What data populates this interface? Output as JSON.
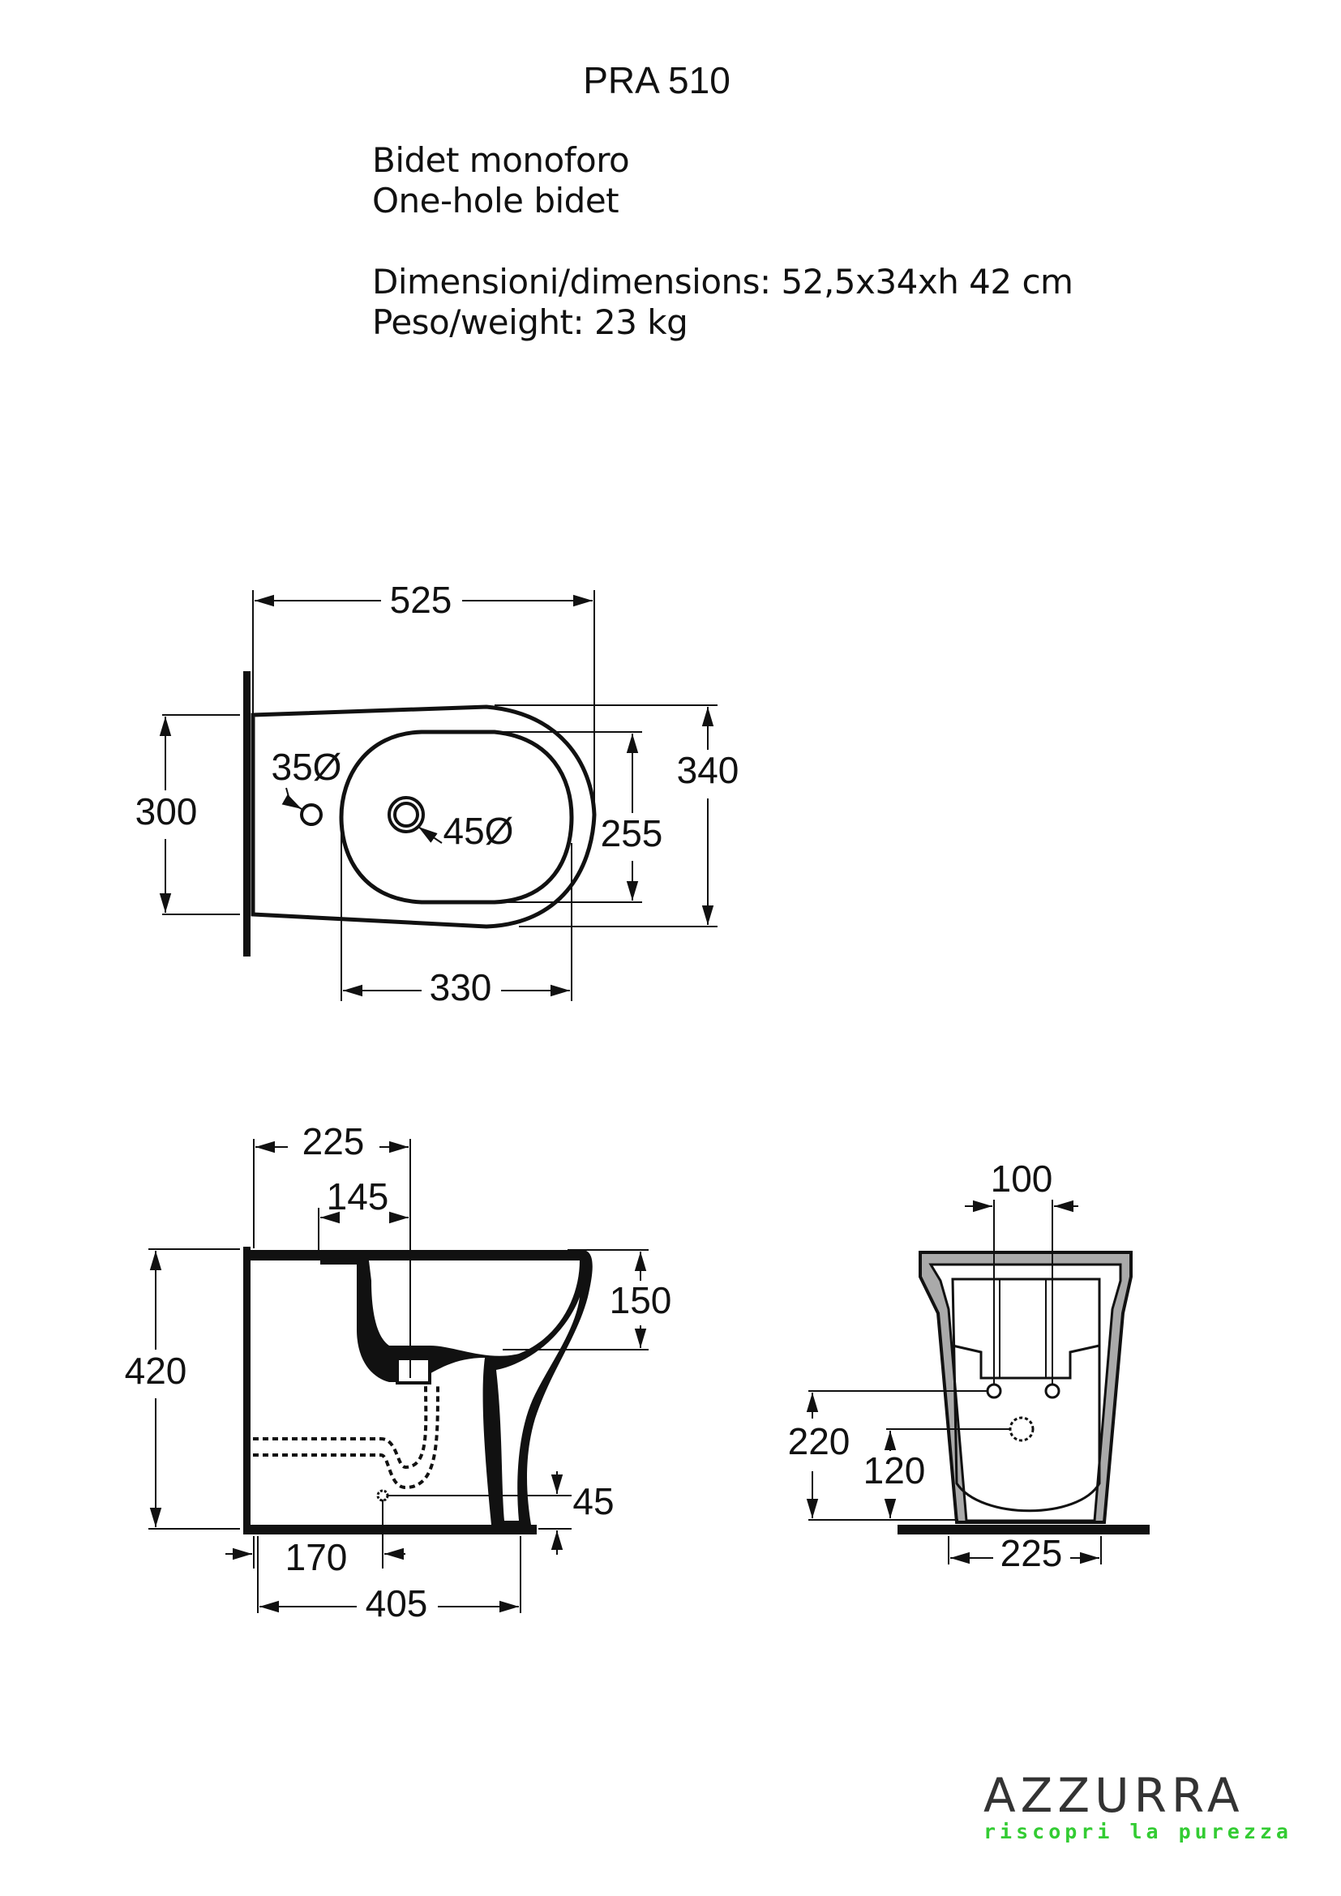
{
  "header": {
    "model": "PRA 510",
    "name_it": "Bidet monoforo",
    "name_en": "One-hole bidet",
    "dimensions": "Dimensioni/dimensions: 52,5x34xh 42 cm",
    "weight": "Peso/weight: 23 kg"
  },
  "top_view": {
    "width": "525",
    "depth_wall": "300",
    "depth_total": "340",
    "bowl_depth": "255",
    "bowl_length": "330",
    "tap_hole": "35Ø",
    "drain_hole": "45Ø"
  },
  "side_view": {
    "height": "420",
    "tap_offset": "225",
    "tap_to_drain": "145",
    "bowl_depth": "150",
    "floor_drain_height": "45",
    "floor_drain_offset": "170",
    "base_length": "405"
  },
  "front_view": {
    "supply_spacing": "100",
    "supply_height": "220",
    "drain_height": "120",
    "base_width": "225"
  },
  "brand": {
    "name": "AZZURRA",
    "tagline": "riscopri la purezza",
    "name_color": "#333333",
    "tagline_color": "#33cc33"
  }
}
